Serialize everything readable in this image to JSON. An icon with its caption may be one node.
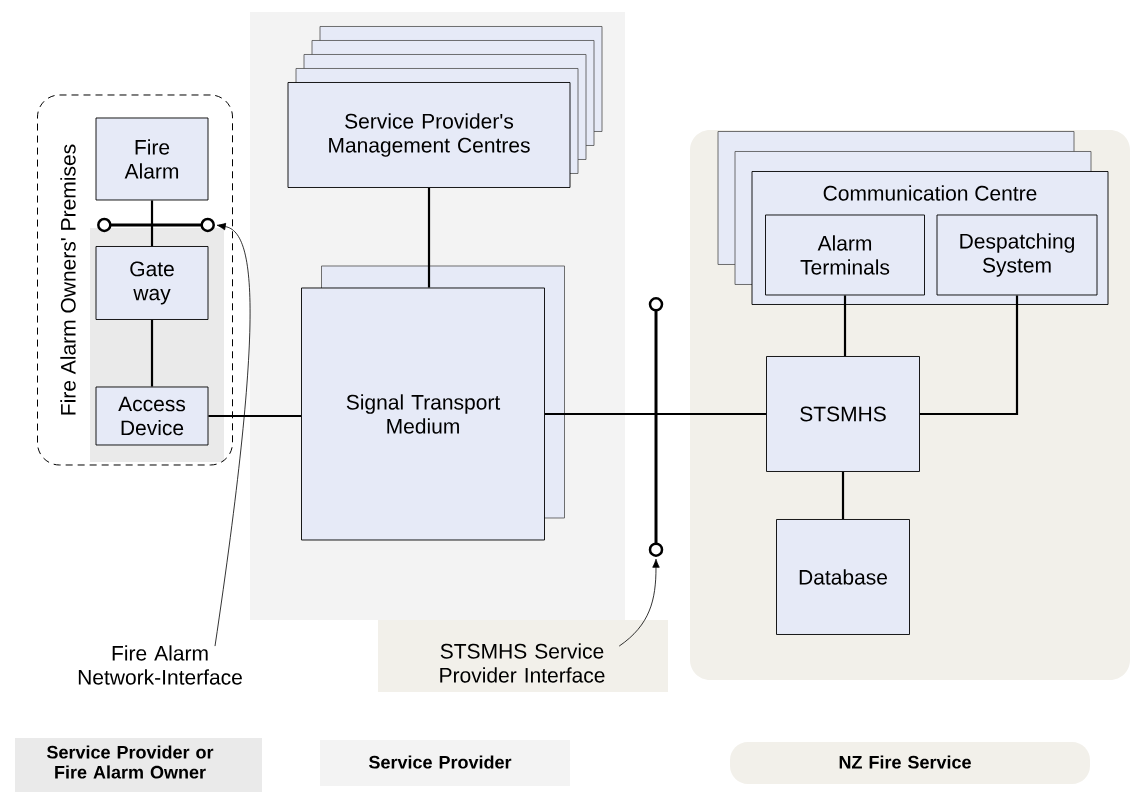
{
  "diagram": {
    "nodes": [
      {
        "text": [
          "Fire Alarm Owners' Premises"
        ]
      },
      {
        "text": [
          "Fire Alarm"
        ],
        "in": 0
      },
      {
        "text": [
          "Gate way"
        ],
        "in": 0
      },
      {
        "text": [
          "Access Device"
        ],
        "in": 0
      },
      {
        "text": [],
        "shape": "bar",
        "in": 0
      },
      {
        "text": [
          "Service Provider's Management Centres"
        ]
      },
      {
        "text": [
          "Signal Transport Medium"
        ]
      },
      {
        "text": [
          "Communication Centre"
        ]
      },
      {
        "text": [
          "Alarm Terminals"
        ],
        "in": 7
      },
      {
        "text": [
          "Despatching System"
        ],
        "in": 7
      },
      {
        "text": [
          "STSMHS"
        ]
      },
      {
        "text": [
          "Database"
        ]
      },
      {
        "text": [],
        "shape": "bar"
      },
      {
        "text": [
          "Fire Alarm Network-Interface"
        ]
      },
      {
        "text": [
          "STSMHS Service Provider Interface"
        ]
      }
    ],
    "edges": [
      {
        "from": 1,
        "to": 2,
        "arrow": "none"
      },
      {
        "from": 2,
        "to": 3,
        "arrow": "none"
      },
      {
        "from": 3,
        "to": 6,
        "arrow": "none"
      },
      {
        "from": 5,
        "to": 6,
        "arrow": "none"
      },
      {
        "from": 6,
        "to": 10,
        "arrow": "none"
      },
      {
        "from": 8,
        "to": 10,
        "arrow": "none"
      },
      {
        "from": 10,
        "to": 9,
        "arrow": "none"
      },
      {
        "from": 10,
        "to": 11,
        "arrow": "none"
      },
      {
        "from": 13,
        "to": 4,
        "arrow": "to"
      },
      {
        "from": 14,
        "to": 12,
        "arrow": "to"
      }
    ],
    "legend": [
      {
        "text": "Service Provider or Fire Alarm Owner"
      },
      {
        "text": "Service Provider"
      },
      {
        "text": "NZ Fire Service"
      }
    ]
  }
}
